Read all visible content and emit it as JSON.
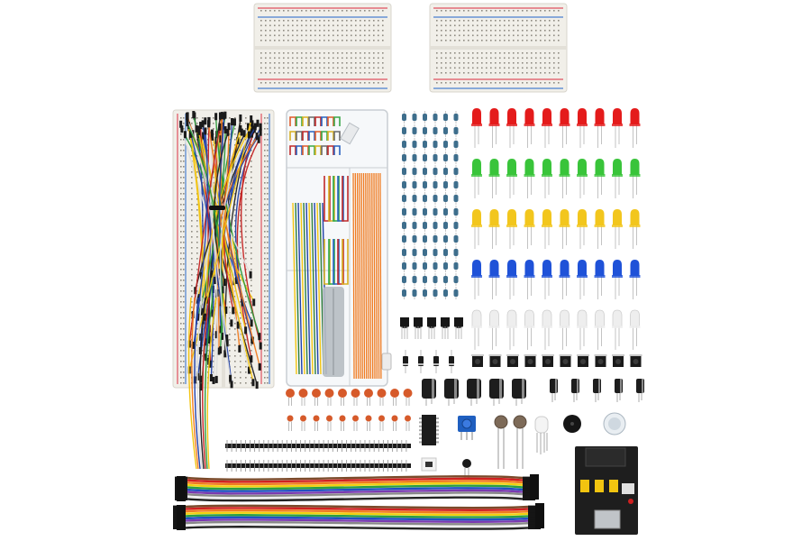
{
  "colors": {
    "background": "#ffffff",
    "breadboard": "#f1efe9",
    "rail_red": "#e05060",
    "rail_blue": "#4a7fd0",
    "led_red": "#e41b1b",
    "led_green": "#39c43a",
    "led_yellow": "#f2c61d",
    "led_blue": "#1f52d8",
    "led_white": "#eeeeee",
    "resistor_body": "#3e6e8c",
    "ceramic_cap": "#d65a2a",
    "electrolytic_cap": "#1d1d1d",
    "pin_header": "#1a1a1a",
    "power_module": "#1e1e1e",
    "potentiometer": "#1f5fc0",
    "jumper_orange": "#f07b20",
    "jumper_yellow": "#f2c410",
    "jumper_blue": "#2040a8",
    "jumper_white": "#dddddd",
    "jumper_black": "#222222",
    "jumper_red": "#c42020",
    "jumper_green": "#2a9a3a",
    "ribbon_colors": [
      "#7a4a2a",
      "#d02020",
      "#f07b20",
      "#f2d010",
      "#2aa040",
      "#2050c0",
      "#7a3ab0",
      "#888888",
      "#eeeeee",
      "#222222"
    ]
  },
  "icons": {
    "breadboard": "breadboard-icon",
    "led": "led-icon",
    "resistor": "resistor-icon",
    "button": "push-button-icon",
    "capacitor": "capacitor-icon",
    "buzzer": "buzzer-icon",
    "power_module": "power-supply-module-icon"
  },
  "counts": {
    "leds_per_row": 10,
    "resistor_rows": 14,
    "resistors_per_row": 6,
    "push_buttons": 10,
    "ceramic_caps": 10,
    "electrolytic_caps_large": 5,
    "electrolytic_caps_small": 5,
    "ribbon_wires": 10
  }
}
